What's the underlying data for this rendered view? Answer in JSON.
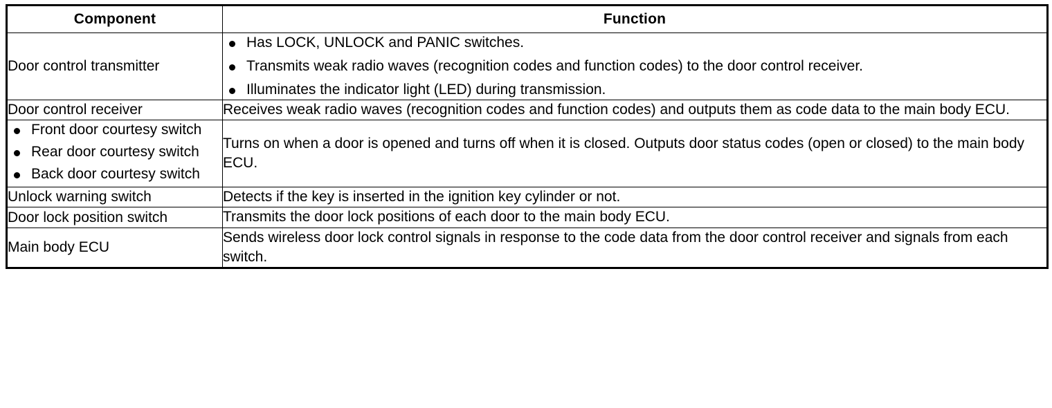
{
  "table": {
    "headers": {
      "component": "Component",
      "function": "Function"
    },
    "rows": [
      {
        "component_text": "Door control transmitter",
        "component_bullets": [],
        "function_bullets": [
          "Has LOCK, UNLOCK and PANIC switches.",
          "Transmits weak radio waves (recognition codes and function codes) to the door control receiver.",
          "Illuminates the indicator light (LED) during transmission."
        ],
        "function_text": ""
      },
      {
        "component_text": "Door control receiver",
        "component_bullets": [],
        "function_bullets": [],
        "function_text": "Receives weak radio waves (recognition codes and function codes) and outputs them as code data to the main body ECU."
      },
      {
        "component_text": "",
        "component_bullets": [
          "Front door courtesy switch",
          "Rear door courtesy switch",
          "Back door courtesy switch"
        ],
        "function_bullets": [],
        "function_text": "Turns on when a door is opened and turns off when it is closed. Outputs door status codes (open or closed) to the main body ECU."
      },
      {
        "component_text": "Unlock warning switch",
        "component_bullets": [],
        "function_bullets": [],
        "function_text": "Detects if the key is inserted in the ignition key cylinder or not."
      },
      {
        "component_text": "Door lock position switch",
        "component_bullets": [],
        "function_bullets": [],
        "function_text": "Transmits the door lock positions of each door to the main body ECU."
      },
      {
        "component_text": "Main body ECU",
        "component_bullets": [],
        "function_bullets": [],
        "function_text": "Sends wireless door lock control signals in response to the code data from the door control receiver and signals from each switch."
      }
    ]
  },
  "colors": {
    "border": "#000000",
    "text": "#000000",
    "background": "#ffffff"
  }
}
